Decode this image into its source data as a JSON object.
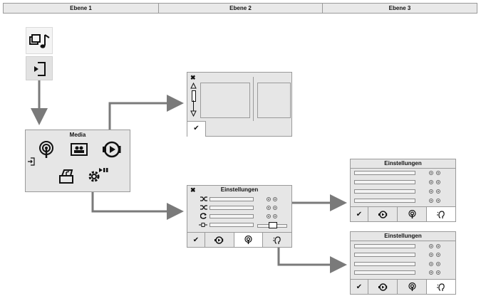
{
  "headers": {
    "level1": "Ebene 1",
    "level2": "Ebene 2",
    "level3": "Ebene 3"
  },
  "media_panel": {
    "title": "Media"
  },
  "settings_level2": {
    "title": "Einstellungen"
  },
  "settings_level3_top": {
    "title": "Einstellungen"
  },
  "settings_level3_bottom": {
    "title": "Einstellungen"
  },
  "icons": {
    "close": "✖",
    "confirm": "✔"
  },
  "colors": {
    "panel_bg": "#e6e6e6",
    "header_bg": "#e9e9e9",
    "arrow": "#7a7a7a",
    "border": "#9a9a9a"
  }
}
